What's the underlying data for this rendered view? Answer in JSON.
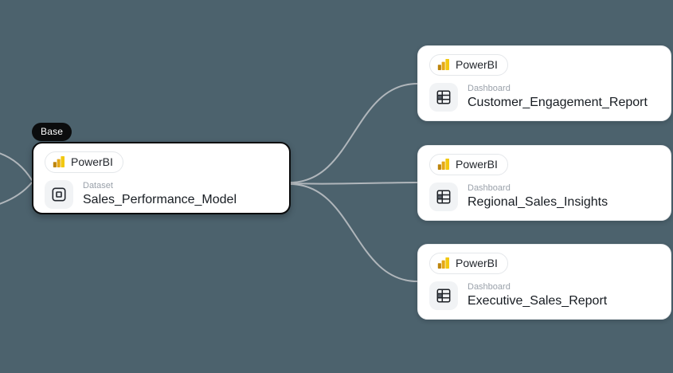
{
  "canvas": {
    "background_color": "#4c626d",
    "edge_color": "#b0b6bb"
  },
  "base_node": {
    "badge": "Base",
    "connector_label": "PowerBI",
    "connector_icon": "powerbi-icon",
    "asset_icon": "dataset-icon",
    "type_label": "Dataset",
    "title": "Sales_Performance_Model"
  },
  "downstream_nodes": [
    {
      "connector_label": "PowerBI",
      "connector_icon": "powerbi-icon",
      "asset_icon": "dashboard-icon",
      "type_label": "Dashboard",
      "title": "Customer_Engagement_Report"
    },
    {
      "connector_label": "PowerBI",
      "connector_icon": "powerbi-icon",
      "asset_icon": "dashboard-icon",
      "type_label": "Dashboard",
      "title": "Regional_Sales_Insights"
    },
    {
      "connector_label": "PowerBI",
      "connector_icon": "powerbi-icon",
      "asset_icon": "dashboard-icon",
      "type_label": "Dashboard",
      "title": "Executive_Sales_Report"
    }
  ],
  "brand_colors": {
    "powerbi_gold_dark": "#bd850d",
    "powerbi_gold_mid": "#e5a816",
    "powerbi_gold_bright": "#f2c811",
    "badge_background": "#0b0c0d",
    "card_background": "#ffffff"
  }
}
